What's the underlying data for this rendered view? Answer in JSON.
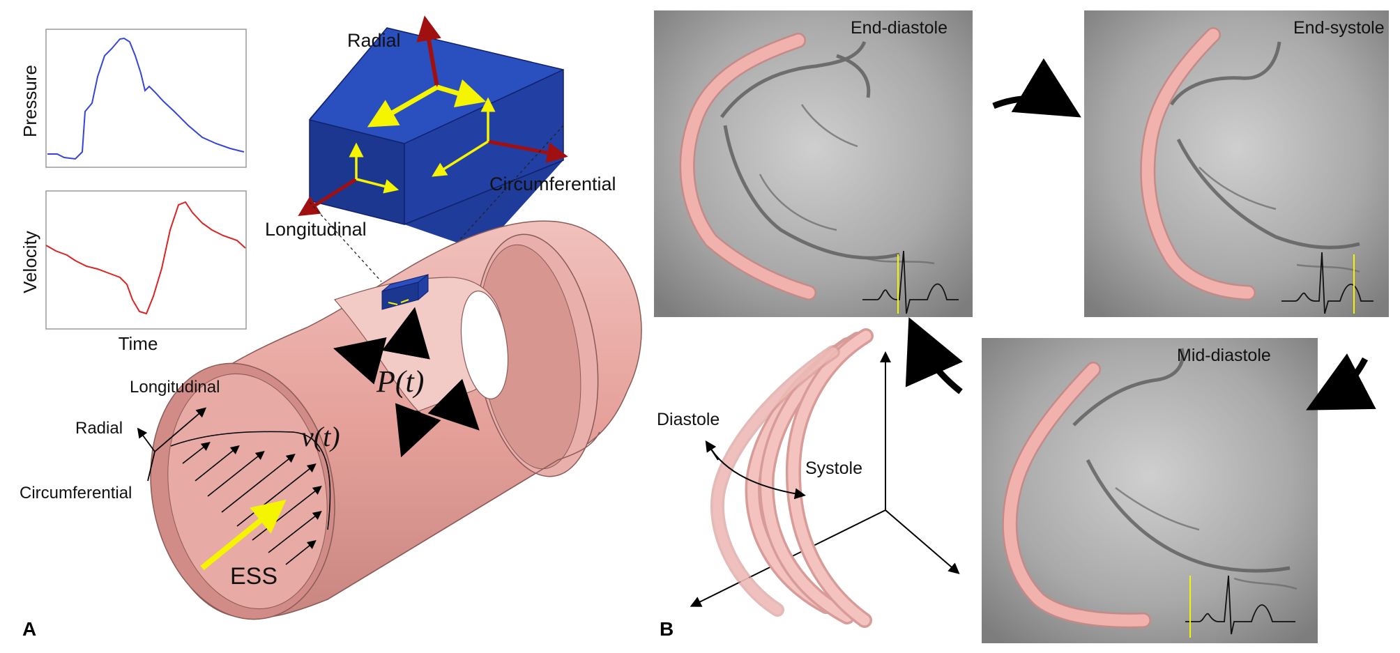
{
  "panel_a": {
    "letter": "A",
    "pressure_label": "Pressure",
    "velocity_label": "Velocity",
    "time_label": "Time",
    "box_labels": {
      "radial": "Radial",
      "circumferential": "Circumferential",
      "longitudinal": "Longitudinal"
    },
    "vessel_labels": {
      "longitudinal": "Longitudinal",
      "radial": "Radial",
      "circumferential": "Circumferential",
      "pressure_symbol": "P(t)",
      "velocity_symbol": "v(t)",
      "ess": "ESS"
    }
  },
  "panel_b": {
    "letter": "B",
    "end_diastole": "End-diastole",
    "end_systole": "End-systole",
    "mid_diastole": "Mid-diastole",
    "diastole": "Diastole",
    "systole": "Systole"
  },
  "colors": {
    "vessel": "#e8a7a2",
    "box": "#1f3c9b",
    "yellow": "#f5f500",
    "red_axis": "#a01010",
    "pressure_curve": "#3344dd",
    "velocity_curve": "#dd2222",
    "angio_bg": "#b9b9b9"
  }
}
